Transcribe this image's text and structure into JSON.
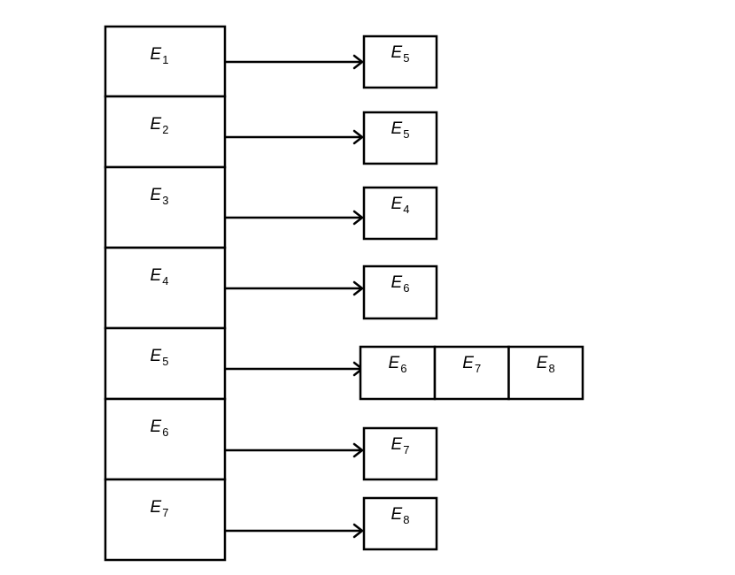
{
  "diagram": {
    "type": "adjacency-list",
    "nodes": [
      {
        "letter": "E",
        "sub": "1",
        "targets": [
          {
            "letter": "E",
            "sub": "5"
          }
        ]
      },
      {
        "letter": "E",
        "sub": "2",
        "targets": [
          {
            "letter": "E",
            "sub": "5"
          }
        ]
      },
      {
        "letter": "E",
        "sub": "3",
        "targets": [
          {
            "letter": "E",
            "sub": "4"
          }
        ]
      },
      {
        "letter": "E",
        "sub": "4",
        "targets": [
          {
            "letter": "E",
            "sub": "6"
          }
        ]
      },
      {
        "letter": "E",
        "sub": "5",
        "targets": [
          {
            "letter": "E",
            "sub": "6"
          },
          {
            "letter": "E",
            "sub": "7"
          },
          {
            "letter": "E",
            "sub": "8"
          }
        ]
      },
      {
        "letter": "E",
        "sub": "6",
        "targets": [
          {
            "letter": "E",
            "sub": "7"
          }
        ]
      },
      {
        "letter": "E",
        "sub": "7",
        "targets": [
          {
            "letter": "E",
            "sub": "8"
          }
        ]
      }
    ]
  }
}
